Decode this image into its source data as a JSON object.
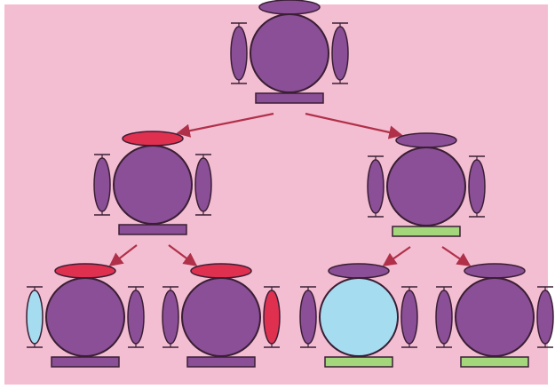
{
  "colors": {
    "background": "#f4bed2",
    "frame": "#ffffff",
    "body": "#8a4f96",
    "outline": "#3a1e34",
    "red": "#e03050",
    "green": "#a4d67c",
    "lightblue": "#a6dcf0",
    "arrow": "#b0304a"
  },
  "nodes": [
    {
      "id": "root",
      "top": "body",
      "left": "body",
      "right": "body",
      "bottom": "body",
      "center": "body"
    },
    {
      "id": "mid-left",
      "top": "red",
      "left": "body",
      "right": "body",
      "bottom": "body",
      "center": "body"
    },
    {
      "id": "mid-right",
      "top": "body",
      "left": "body",
      "right": "body",
      "bottom": "green",
      "center": "body"
    },
    {
      "id": "leaf-1",
      "top": "red",
      "left": "lightblue",
      "right": "body",
      "bottom": "body",
      "center": "body"
    },
    {
      "id": "leaf-2",
      "top": "red",
      "left": "body",
      "right": "red",
      "bottom": "body",
      "center": "body"
    },
    {
      "id": "leaf-3",
      "top": "body",
      "left": "body",
      "right": "body",
      "bottom": "green",
      "center": "lightblue"
    },
    {
      "id": "leaf-4",
      "top": "body",
      "left": "body",
      "right": "body",
      "bottom": "green",
      "center": "body"
    }
  ],
  "edges": [
    {
      "from": "root",
      "to": "mid-left"
    },
    {
      "from": "root",
      "to": "mid-right"
    },
    {
      "from": "mid-left",
      "to": "leaf-1"
    },
    {
      "from": "mid-left",
      "to": "leaf-2"
    },
    {
      "from": "mid-right",
      "to": "leaf-3"
    },
    {
      "from": "mid-right",
      "to": "leaf-4"
    }
  ]
}
